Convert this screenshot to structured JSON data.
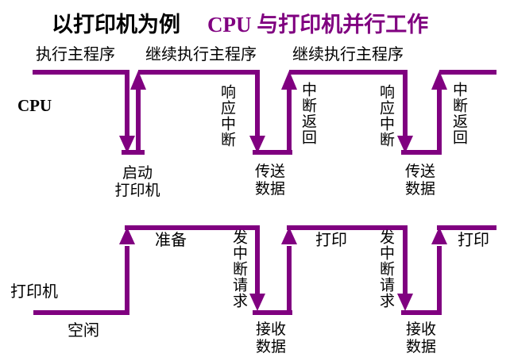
{
  "title": {
    "context": "以打印机为例",
    "main": "CPU 与打印机并行工作"
  },
  "colors": {
    "accent": "#800080",
    "text": "#000000",
    "background": "#ffffff"
  },
  "cpu": {
    "axis_label": "CPU",
    "segment_labels": [
      "执行主程序",
      "继续执行主程序",
      "继续执行主程序"
    ],
    "start_printer": "启动\n打印机",
    "respond_interrupt_1": "响应中断",
    "transfer_data_1": "传送\n数据",
    "interrupt_return_1": "中断返回",
    "respond_interrupt_2": "响应中断",
    "transfer_data_2": "传送\n数据",
    "interrupt_return_2": "中断返回"
  },
  "printer": {
    "axis_label": "打印机",
    "idle": "空闲",
    "prepare": "准备",
    "send_interrupt_request_1": "发中断请求",
    "receive_data_1": "接收\n数据",
    "print_1": "打印",
    "send_interrupt_request_2": "发中断请求",
    "receive_data_2": "接收\n数据",
    "print_2": "打印"
  }
}
